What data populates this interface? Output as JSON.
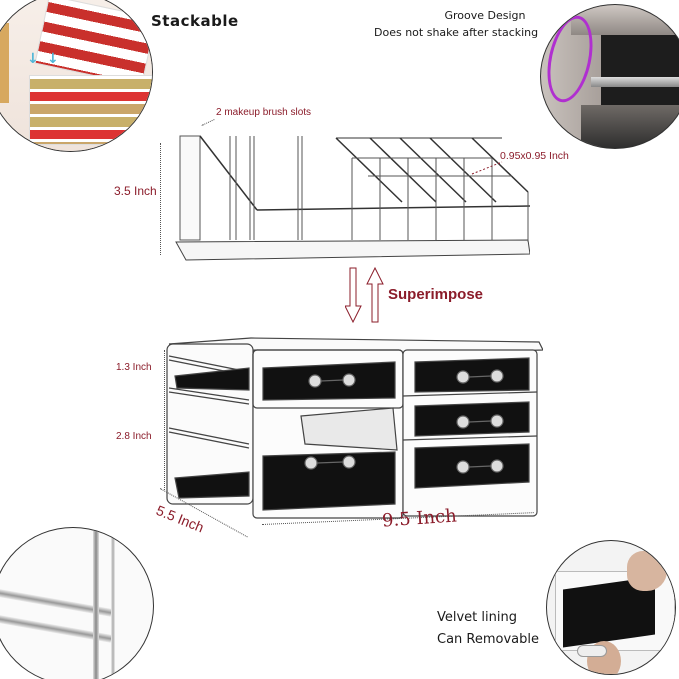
{
  "callouts": {
    "stackable": "Stackable",
    "groove_title": "Groove Design",
    "groove_subtitle": "Does not shake after stacking",
    "velvet_line1": "Velvet lining",
    "velvet_line2": "Can Removable",
    "superimpose": "Superimpose"
  },
  "top_organizer": {
    "brush_slots_label": "2 makeup brush slots",
    "slot_size_label": "0.95x0.95 Inch",
    "height_label": "3.5 Inch"
  },
  "drawer_unit": {
    "small_drawer_height": "1.3 Inch",
    "large_drawer_height": "2.8 Inch",
    "depth_label": "5.5 Inch",
    "width_label": "9.5 Inch"
  },
  "colors": {
    "label_red": "#8b1c2a",
    "heading_black": "#1a1a1a",
    "highlight_purple": "#b02fd0",
    "arrow_blue": "#4fb6d8"
  }
}
